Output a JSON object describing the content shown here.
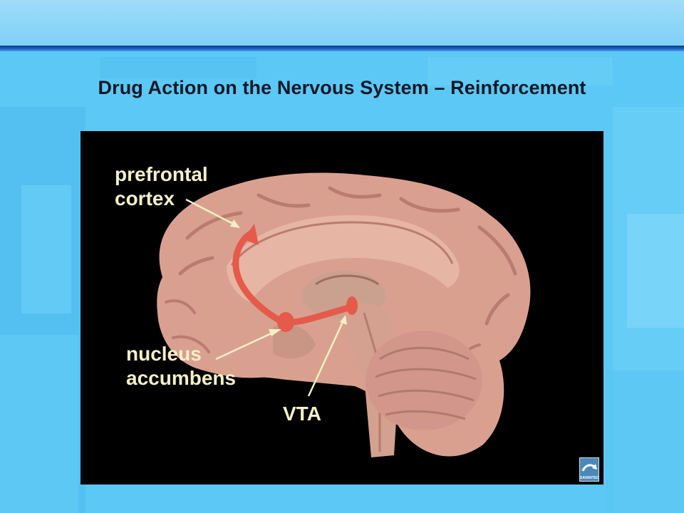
{
  "slide": {
    "title": "Drug Action on the Nervous System – Reinforcement"
  },
  "diagram": {
    "labels": {
      "prefrontal_line1": "prefrontal",
      "prefrontal_line2": "cortex",
      "nucleus_line1": "nucleus",
      "nucleus_line2": "accumbens",
      "vta": "VTA"
    },
    "logo_text": "SAVANTEC",
    "colors": {
      "brain": "#d9a090",
      "pathway": "#e55a4a",
      "arrow": "#f2f0c0",
      "label": "#f5f0c8",
      "panel": "#000000"
    },
    "icons": [
      "brain-illustration",
      "pathway-arrow",
      "pointer-arrow",
      "savantec-logo-icon"
    ]
  }
}
